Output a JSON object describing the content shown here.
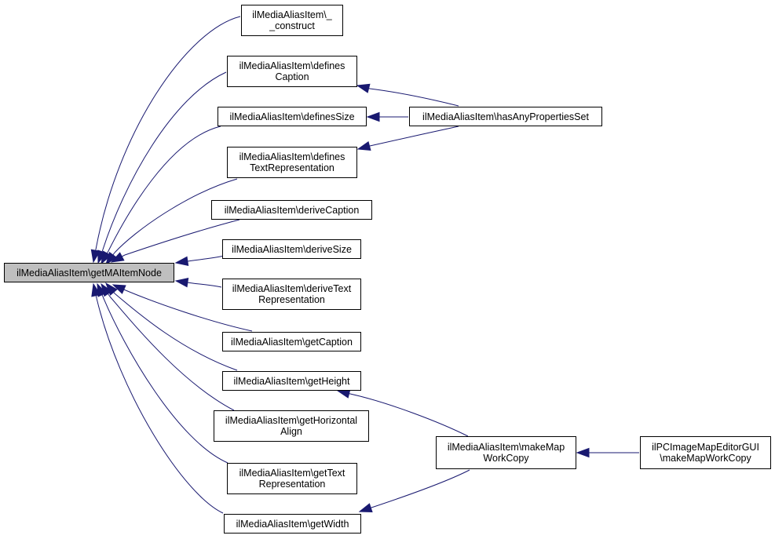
{
  "graph": {
    "edge_color": "#191970",
    "focus_fill": "#bfbfbf",
    "nodes": [
      {
        "id": "getMAItemNode",
        "label": "ilMediaAliasItem\\getMAItemNode",
        "focus": true
      },
      {
        "id": "construct",
        "label": "ilMediaAliasItem\\_\n_construct"
      },
      {
        "id": "definesCaption",
        "label": "ilMediaAliasItem\\defines\nCaption"
      },
      {
        "id": "definesSize",
        "label": "ilMediaAliasItem\\definesSize"
      },
      {
        "id": "definesTextRepresentation",
        "label": "ilMediaAliasItem\\defines\nTextRepresentation"
      },
      {
        "id": "deriveCaption",
        "label": "ilMediaAliasItem\\deriveCaption"
      },
      {
        "id": "deriveSize",
        "label": "ilMediaAliasItem\\deriveSize"
      },
      {
        "id": "deriveTextRepresentation",
        "label": "ilMediaAliasItem\\deriveText\nRepresentation"
      },
      {
        "id": "getCaption",
        "label": "ilMediaAliasItem\\getCaption"
      },
      {
        "id": "getHeight",
        "label": "ilMediaAliasItem\\getHeight"
      },
      {
        "id": "getHorizontalAlign",
        "label": "ilMediaAliasItem\\getHorizontal\nAlign"
      },
      {
        "id": "getTextRepresentation",
        "label": "ilMediaAliasItem\\getText\nRepresentation"
      },
      {
        "id": "getWidth",
        "label": "ilMediaAliasItem\\getWidth"
      },
      {
        "id": "hasAnyPropertiesSet",
        "label": "ilMediaAliasItem\\hasAnyPropertiesSet"
      },
      {
        "id": "makeMapWorkCopy",
        "label": "ilMediaAliasItem\\makeMap\nWorkCopy"
      },
      {
        "id": "editorMakeMapWorkCopy",
        "label": "ilPCImageMapEditorGUI\n\\makeMapWorkCopy"
      }
    ],
    "edges": [
      {
        "from": "construct",
        "to": "getMAItemNode"
      },
      {
        "from": "definesCaption",
        "to": "getMAItemNode"
      },
      {
        "from": "definesSize",
        "to": "getMAItemNode"
      },
      {
        "from": "definesTextRepresentation",
        "to": "getMAItemNode"
      },
      {
        "from": "deriveCaption",
        "to": "getMAItemNode"
      },
      {
        "from": "deriveSize",
        "to": "getMAItemNode"
      },
      {
        "from": "deriveTextRepresentation",
        "to": "getMAItemNode"
      },
      {
        "from": "getCaption",
        "to": "getMAItemNode"
      },
      {
        "from": "getHeight",
        "to": "getMAItemNode"
      },
      {
        "from": "getHorizontalAlign",
        "to": "getMAItemNode"
      },
      {
        "from": "getTextRepresentation",
        "to": "getMAItemNode"
      },
      {
        "from": "getWidth",
        "to": "getMAItemNode"
      },
      {
        "from": "hasAnyPropertiesSet",
        "to": "definesCaption"
      },
      {
        "from": "hasAnyPropertiesSet",
        "to": "definesSize"
      },
      {
        "from": "hasAnyPropertiesSet",
        "to": "definesTextRepresentation"
      },
      {
        "from": "makeMapWorkCopy",
        "to": "getHeight"
      },
      {
        "from": "makeMapWorkCopy",
        "to": "getWidth"
      },
      {
        "from": "editorMakeMapWorkCopy",
        "to": "makeMapWorkCopy"
      }
    ]
  }
}
